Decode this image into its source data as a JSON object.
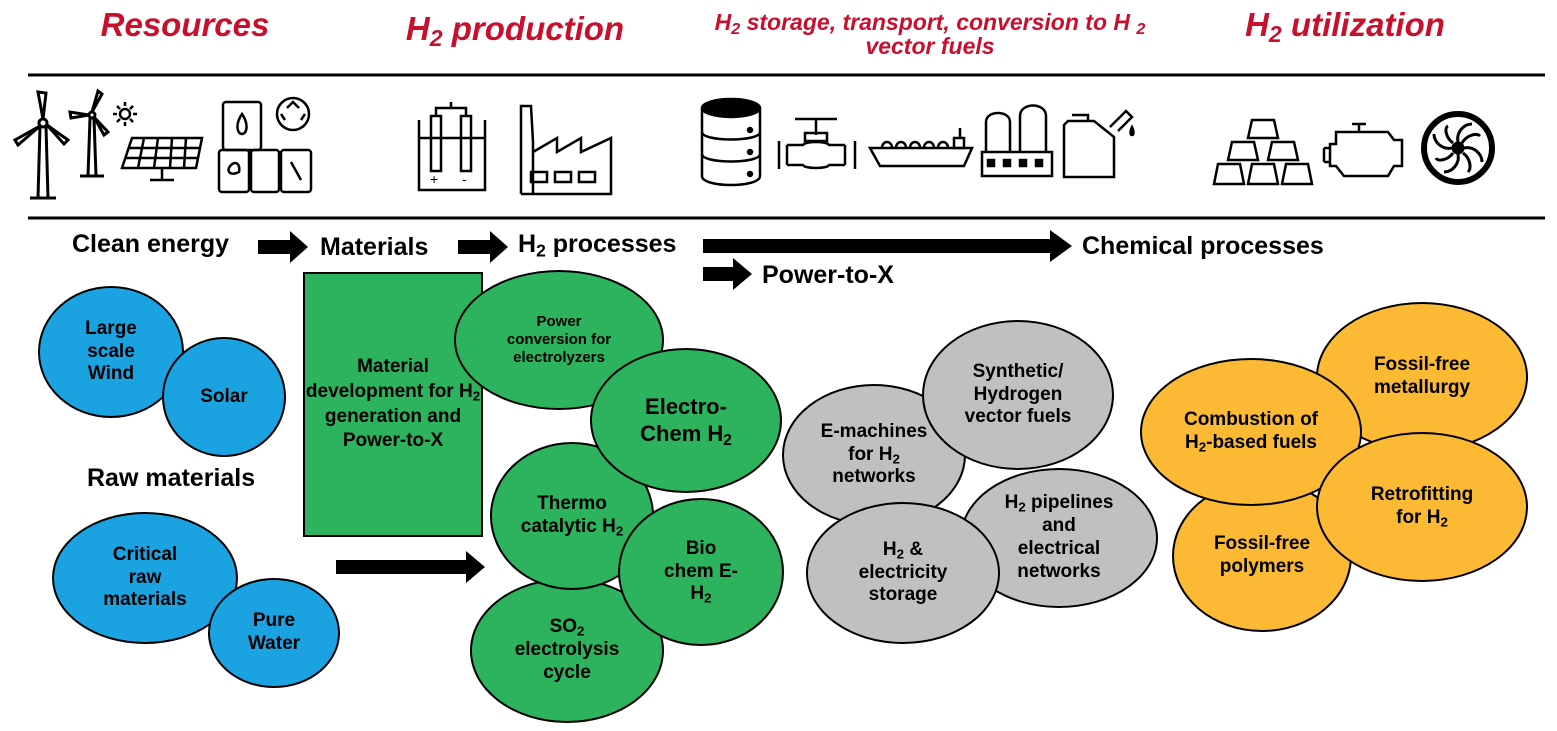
{
  "headers": {
    "resources": "Resources",
    "production_main": "H",
    "production_sub": "2",
    "production_rest": " production",
    "storage_line1_main": "H",
    "storage_line1_sub": "2",
    "storage_line1_rest": " storage, transport, conversion to H ",
    "storage_line1_sub2": "2",
    "storage_line2": "vector fuels",
    "utilization_main": "H",
    "utilization_sub": "2",
    "utilization_rest": " utilization"
  },
  "flow": {
    "clean_energy": "Clean energy",
    "materials": "Materials",
    "h2_processes_main": "H",
    "h2_processes_sub": "2",
    "h2_processes_rest": " processes",
    "chemical_processes": "Chemical processes",
    "power_to_x": "Power-to-X",
    "raw_materials": "Raw materials"
  },
  "resources": {
    "wind": "Large scale Wind",
    "solar": "Solar",
    "critical": "Critical raw materials",
    "water": "Pure Water"
  },
  "material_box": {
    "line1": "Material development for H",
    "sub": "2",
    "line2": " generation and Power-to-X"
  },
  "production": {
    "power_conv": "Power conversion for electrolyzers",
    "electro_a": "Electro-",
    "electro_b": "Chem H",
    "electro_sub": "2",
    "thermo_a": "Thermo catalytic H",
    "thermo_sub": "2",
    "bio_a": "Bio chem E-H",
    "bio_sub": "2",
    "so2_a": "SO",
    "so2_sub": "2",
    "so2_b": " electrolysis cycle"
  },
  "storage": {
    "synthetic": "Synthetic/ Hydrogen vector fuels",
    "emachines_a": "E-machines for H",
    "emachines_sub": "2",
    "emachines_b": " networks",
    "pipelines_a": "H",
    "pipelines_sub": "2",
    "pipelines_b": " pipelines and electrical networks",
    "electricity_a": "H",
    "electricity_sub": "2",
    "electricity_b": " & electricity storage"
  },
  "utilization": {
    "metallurgy": "Fossil-free metallurgy",
    "combustion_a": "Combustion of H",
    "combustion_sub": "2",
    "combustion_b": "-based fuels",
    "retrofit_a": "Retrofitting for H",
    "retrofit_sub": "2",
    "polymers": "Fossil-free polymers"
  },
  "colors": {
    "header_red": "#c8102e",
    "blue": "#1aa3e0",
    "green": "#2db35d",
    "gray": "#c0c0c2",
    "orange": "#fbb934"
  },
  "icons": [
    "wind-turbine-icon",
    "solar-panel-icon",
    "biomass-recycle-icon",
    "electrolyzer-icon",
    "factory-icon",
    "storage-tank-icon",
    "pipeline-valve-icon",
    "ship-icon",
    "refinery-icon",
    "jerry-can-icon",
    "metal-ingots-icon",
    "engine-icon",
    "turbine-icon"
  ]
}
